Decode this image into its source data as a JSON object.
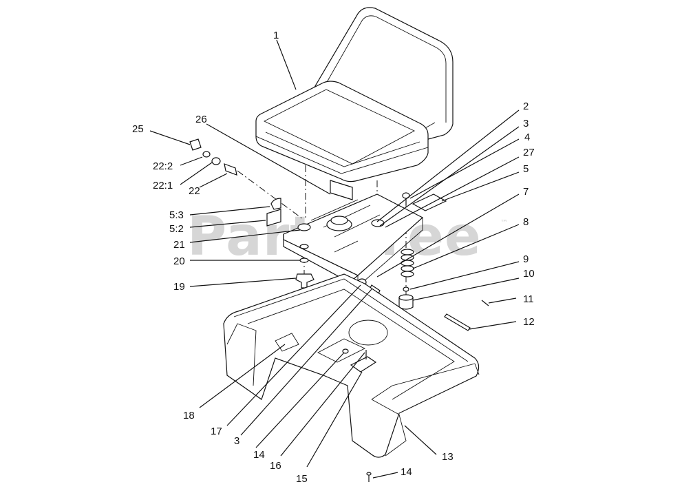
{
  "watermark": {
    "text": "PartsTree",
    "trademark": "™"
  },
  "callouts": [
    {
      "id": "c1",
      "text": "1"
    },
    {
      "id": "c2",
      "text": "2"
    },
    {
      "id": "c3a",
      "text": "3"
    },
    {
      "id": "c4",
      "text": "4"
    },
    {
      "id": "c27",
      "text": "27"
    },
    {
      "id": "c5",
      "text": "5"
    },
    {
      "id": "c7",
      "text": "7"
    },
    {
      "id": "c8",
      "text": "8"
    },
    {
      "id": "c9",
      "text": "9"
    },
    {
      "id": "c10",
      "text": "10"
    },
    {
      "id": "c11",
      "text": "11"
    },
    {
      "id": "c12",
      "text": "12"
    },
    {
      "id": "c13",
      "text": "13"
    },
    {
      "id": "c14b",
      "text": "14"
    },
    {
      "id": "c15",
      "text": "15"
    },
    {
      "id": "c16",
      "text": "16"
    },
    {
      "id": "c14a",
      "text": "14"
    },
    {
      "id": "c3b",
      "text": "3"
    },
    {
      "id": "c17",
      "text": "17"
    },
    {
      "id": "c18",
      "text": "18"
    },
    {
      "id": "c19",
      "text": "19"
    },
    {
      "id": "c20",
      "text": "20"
    },
    {
      "id": "c21",
      "text": "21"
    },
    {
      "id": "c52",
      "text": "5:2"
    },
    {
      "id": "c53",
      "text": "5:3"
    },
    {
      "id": "c22",
      "text": "22"
    },
    {
      "id": "c221",
      "text": "22:1"
    },
    {
      "id": "c222",
      "text": "22:2"
    },
    {
      "id": "c25",
      "text": "25"
    },
    {
      "id": "c26",
      "text": "26"
    }
  ]
}
